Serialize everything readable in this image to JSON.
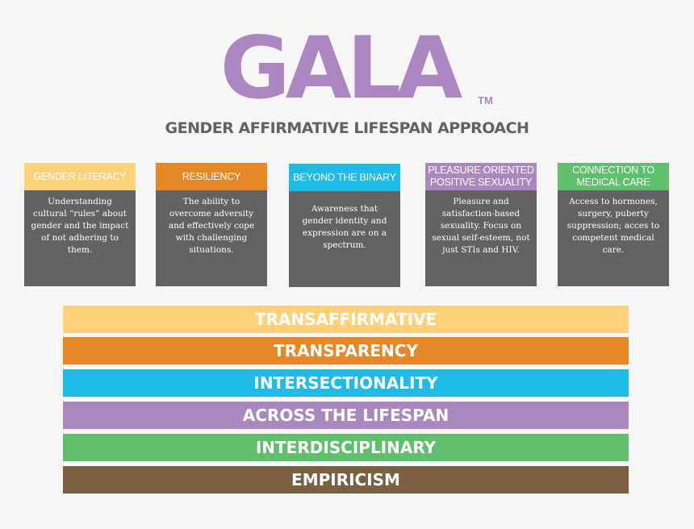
{
  "logo": {
    "text": "GALA",
    "tm": "TM"
  },
  "subtitle": "GENDER AFFIRMATIVE LIFESPAN APPROACH",
  "columns": [
    {
      "title": "GENDER LITERACY",
      "text": "Understanding cultural “rules” about gender and the impact of not adhering to them.",
      "color": "#fed17a"
    },
    {
      "title": "RESILIENCY",
      "text": "The ability to overcome adversity and effectively cope with challenging situations.",
      "color": "#e78826"
    },
    {
      "title": "BEYOND THE BINARY",
      "text": "Awareness that gender identity and expression are on a spectrum.",
      "color": "#1dbbe6"
    },
    {
      "title": "PLEASURE ORIENTED POSITIVE SEXUALITY",
      "text": "Pleasure and satisfaction-based sexuality. Focus on sexual self-esteem, not just STIs and HIV.",
      "color": "#ab87c0"
    },
    {
      "title": "CONNECTION TO MEDICAL CARE",
      "text": "Access to hormones, surgery, puberty suppression; acces to competent medical care.",
      "color": "#5fbf6c"
    }
  ],
  "bars": [
    {
      "label": "TRANSAFFIRMATIVE",
      "color": "#fed17a"
    },
    {
      "label": "TRANSPARENCY",
      "color": "#e78826"
    },
    {
      "label": "INTERSECTIONALITY",
      "color": "#1dbbe6"
    },
    {
      "label": "ACROSS THE LIFESPAN",
      "color": "#ab87c0"
    },
    {
      "label": "INTERDISCIPLINARY",
      "color": "#5fbf6c"
    },
    {
      "label": "EMPIRICISM",
      "color": "#7a6041"
    }
  ]
}
